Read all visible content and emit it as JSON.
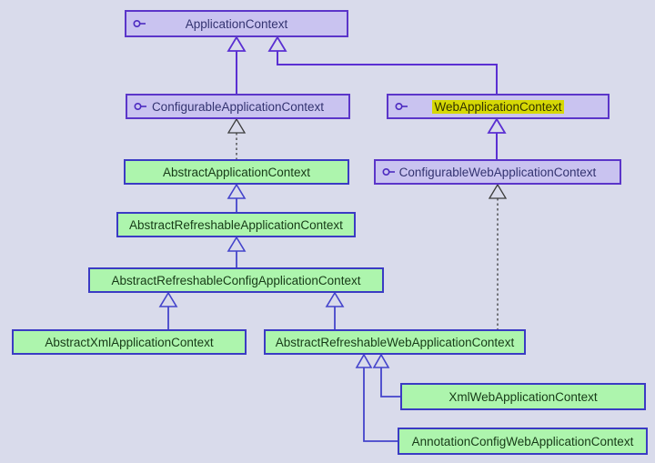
{
  "diagram_type": "uml-class-hierarchy",
  "nodes": [
    {
      "label": "ApplicationContext",
      "kind": "interface",
      "highlighted": false
    },
    {
      "label": "ConfigurableApplicationContext",
      "kind": "interface",
      "highlighted": false
    },
    {
      "label": "WebApplicationContext",
      "kind": "interface",
      "highlighted": true
    },
    {
      "label": "AbstractApplicationContext",
      "kind": "class",
      "highlighted": false
    },
    {
      "label": "ConfigurableWebApplicationContext",
      "kind": "interface",
      "highlighted": false
    },
    {
      "label": "AbstractRefreshableApplicationContext",
      "kind": "class",
      "highlighted": false
    },
    {
      "label": "AbstractRefreshableConfigApplicationContext",
      "kind": "class",
      "highlighted": false
    },
    {
      "label": "AbstractXmlApplicationContext",
      "kind": "class",
      "highlighted": false
    },
    {
      "label": "AbstractRefreshableWebApplicationContext",
      "kind": "class",
      "highlighted": false
    },
    {
      "label": "XmlWebApplicationContext",
      "kind": "class",
      "highlighted": false
    },
    {
      "label": "AnnotationConfigWebApplicationContext",
      "kind": "class",
      "highlighted": false
    }
  ],
  "edges": [
    {
      "from": "ConfigurableApplicationContext",
      "to": "ApplicationContext",
      "relation": "extends",
      "style": "solid"
    },
    {
      "from": "WebApplicationContext",
      "to": "ApplicationContext",
      "relation": "extends",
      "style": "solid"
    },
    {
      "from": "AbstractApplicationContext",
      "to": "ConfigurableApplicationContext",
      "relation": "implements",
      "style": "dashed"
    },
    {
      "from": "ConfigurableWebApplicationContext",
      "to": "WebApplicationContext",
      "relation": "extends",
      "style": "solid"
    },
    {
      "from": "AbstractRefreshableApplicationContext",
      "to": "AbstractApplicationContext",
      "relation": "extends",
      "style": "solid"
    },
    {
      "from": "AbstractRefreshableConfigApplicationContext",
      "to": "AbstractRefreshableApplicationContext",
      "relation": "extends",
      "style": "solid"
    },
    {
      "from": "AbstractXmlApplicationContext",
      "to": "AbstractRefreshableConfigApplicationContext",
      "relation": "extends",
      "style": "solid"
    },
    {
      "from": "AbstractRefreshableWebApplicationContext",
      "to": "AbstractRefreshableConfigApplicationContext",
      "relation": "extends",
      "style": "solid"
    },
    {
      "from": "AbstractRefreshableWebApplicationContext",
      "to": "ConfigurableWebApplicationContext",
      "relation": "implements",
      "style": "dashed"
    },
    {
      "from": "XmlWebApplicationContext",
      "to": "AbstractRefreshableWebApplicationContext",
      "relation": "extends",
      "style": "solid"
    },
    {
      "from": "AnnotationConfigWebApplicationContext",
      "to": "AbstractRefreshableWebApplicationContext",
      "relation": "extends",
      "style": "solid"
    }
  ],
  "colors": {
    "background": "#d9dbeb",
    "interface_fill": "#c9c3f0",
    "interface_border": "#5b35c9",
    "interface_text": "#333370",
    "class_fill": "#adf5ad",
    "class_border": "#3b3bc4",
    "class_text": "#173a17",
    "highlight_fill": "#d6d805",
    "solid_edge_purple": "#5a2fd2",
    "solid_edge_blue": "#4444cb",
    "dashed_edge": "#3c3c3c"
  }
}
